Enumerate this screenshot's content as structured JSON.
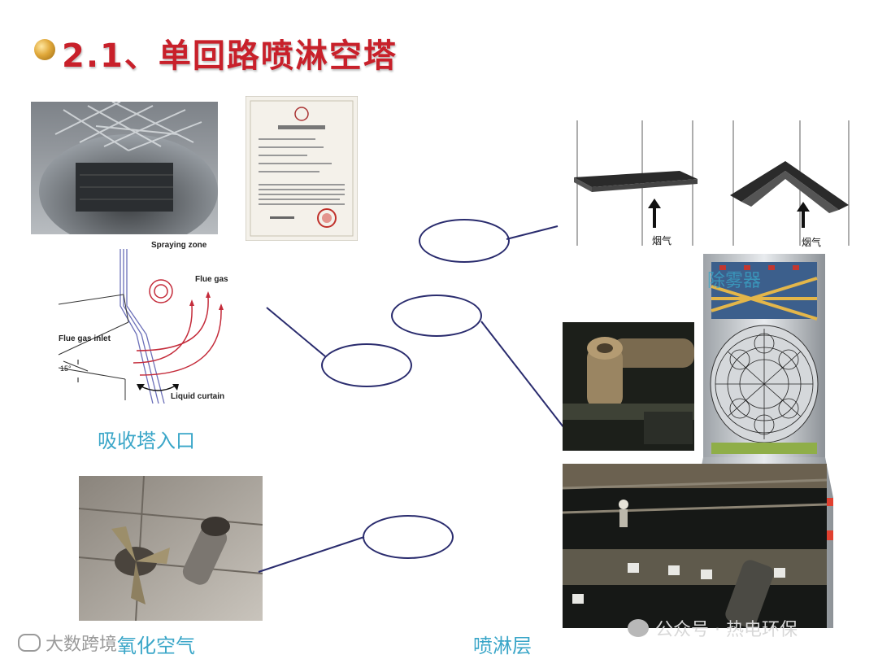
{
  "title": "2.1、单回路喷淋空塔",
  "diagram_labels": {
    "spraying_zone": "Spraying zone",
    "flue_gas": "Flue gas",
    "flue_gas_inlet": "Flue gas inlet",
    "angle": "15°",
    "liquid_curtain": "Liquid curtain"
  },
  "captions": {
    "inlet": "吸收塔入口",
    "oxidation_air": "氧化空气",
    "spray_layer": "喷淋层"
  },
  "mist_labels": {
    "left_flue": "烟气",
    "right_flue": "烟气",
    "demister": "除雾器"
  },
  "watermarks": {
    "left": "大数跨境",
    "right": "公众号 · 热电环保"
  },
  "colors": {
    "title": "#c8202a",
    "caption": "#3aa6c8",
    "oval": "#2a2c6e",
    "connector": "#2a2c6e"
  }
}
